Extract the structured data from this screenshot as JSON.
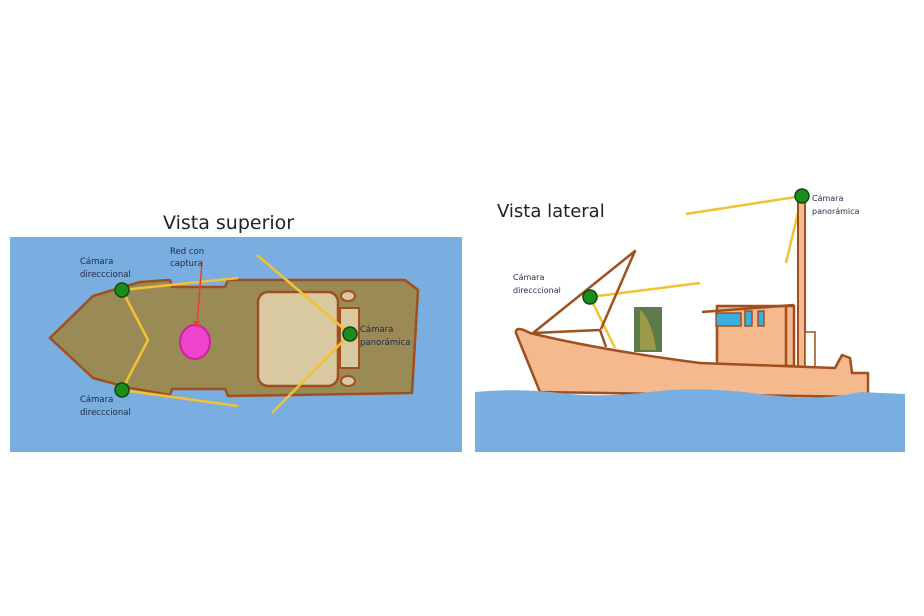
{
  "top_view": {
    "title": "Vista superior",
    "camera_dir_top": [
      "Cámara",
      "direcccional"
    ],
    "camera_dir_bottom": [
      "Cámara",
      "direcccional"
    ],
    "net_label": [
      "Red con",
      "captura"
    ],
    "camera_pan": [
      "Cámara",
      "panorámica"
    ]
  },
  "side_view": {
    "title": "Vista lateral",
    "camera_dir": [
      "Cámara",
      "direcccional"
    ],
    "camera_pan": [
      "Cámara",
      "panorámica"
    ]
  },
  "colors": {
    "sea": "#7aaee0",
    "deck": "#9a8a55",
    "hull_side": "#f4b98c",
    "camera": "#1c8c1c",
    "net": "#ee44cc",
    "field_of_view": "#f2c233"
  }
}
